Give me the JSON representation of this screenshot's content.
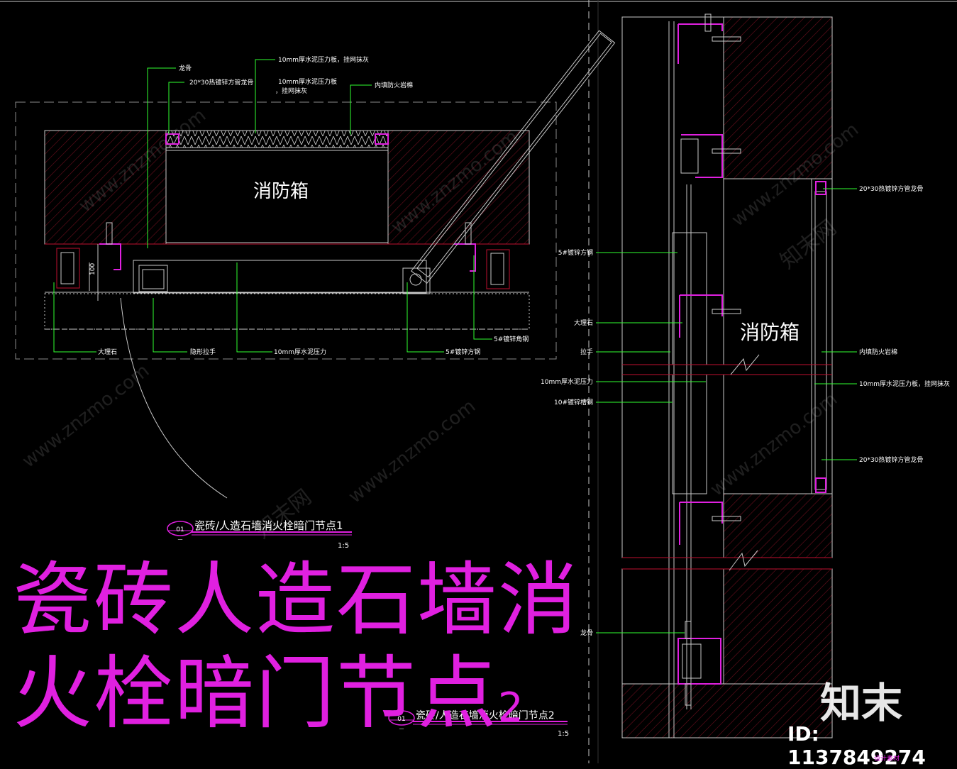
{
  "plan": {
    "box_label": "消防箱",
    "labels_top": {
      "a": "龙骨",
      "b": "20*30热镀锌方管龙骨",
      "c": "10mm厚水泥压力板，挂网抹灰",
      "d1": "10mm厚水泥压力板",
      "d2": "，挂网抹灰",
      "e": "内填防火岩棉"
    },
    "labels_bottom": {
      "a": "大理石",
      "b": "隐形拉手",
      "c": "10mm厚水泥压力",
      "d": "5#镀锌方钢",
      "e": "5#镀锌角钢"
    },
    "dim": "100",
    "caption_num": "01",
    "caption_dash": "—",
    "caption_title": "瓷砖/人造石墙消火栓暗门节点1",
    "caption_scale": "1:5"
  },
  "section": {
    "box_label": "消防箱",
    "labels_left": [
      "5#镀锌方钢",
      "大理石",
      "拉手",
      "10mm厚水泥压力",
      "10#镀锌槽钢",
      "龙骨"
    ],
    "labels_right": [
      "20*30热镀锌方管龙骨",
      "内填防火岩棉",
      "10mm厚水泥压力板，挂网抹灰",
      "20*30热镀锌方管龙骨"
    ],
    "caption_num": "01",
    "caption_dash": "—",
    "caption_title": "瓷砖/人造石墙消火栓暗门节点2",
    "caption_scale": "1:5"
  },
  "big_title": {
    "line1": "瓷砖人造石墙消",
    "line2": "火栓暗门节点",
    "suffix": "2"
  },
  "watermark": {
    "brand": "知末",
    "id": "ID: 1137849274",
    "site": "www.znzmo.com",
    "site_cn": "知末网",
    "tag": "设计素材"
  },
  "colors": {
    "background": "#000000",
    "wall_outline": "#c01030",
    "leader": "#30ff30",
    "magenta": "#e020e0",
    "hatch": "#7a1020"
  }
}
